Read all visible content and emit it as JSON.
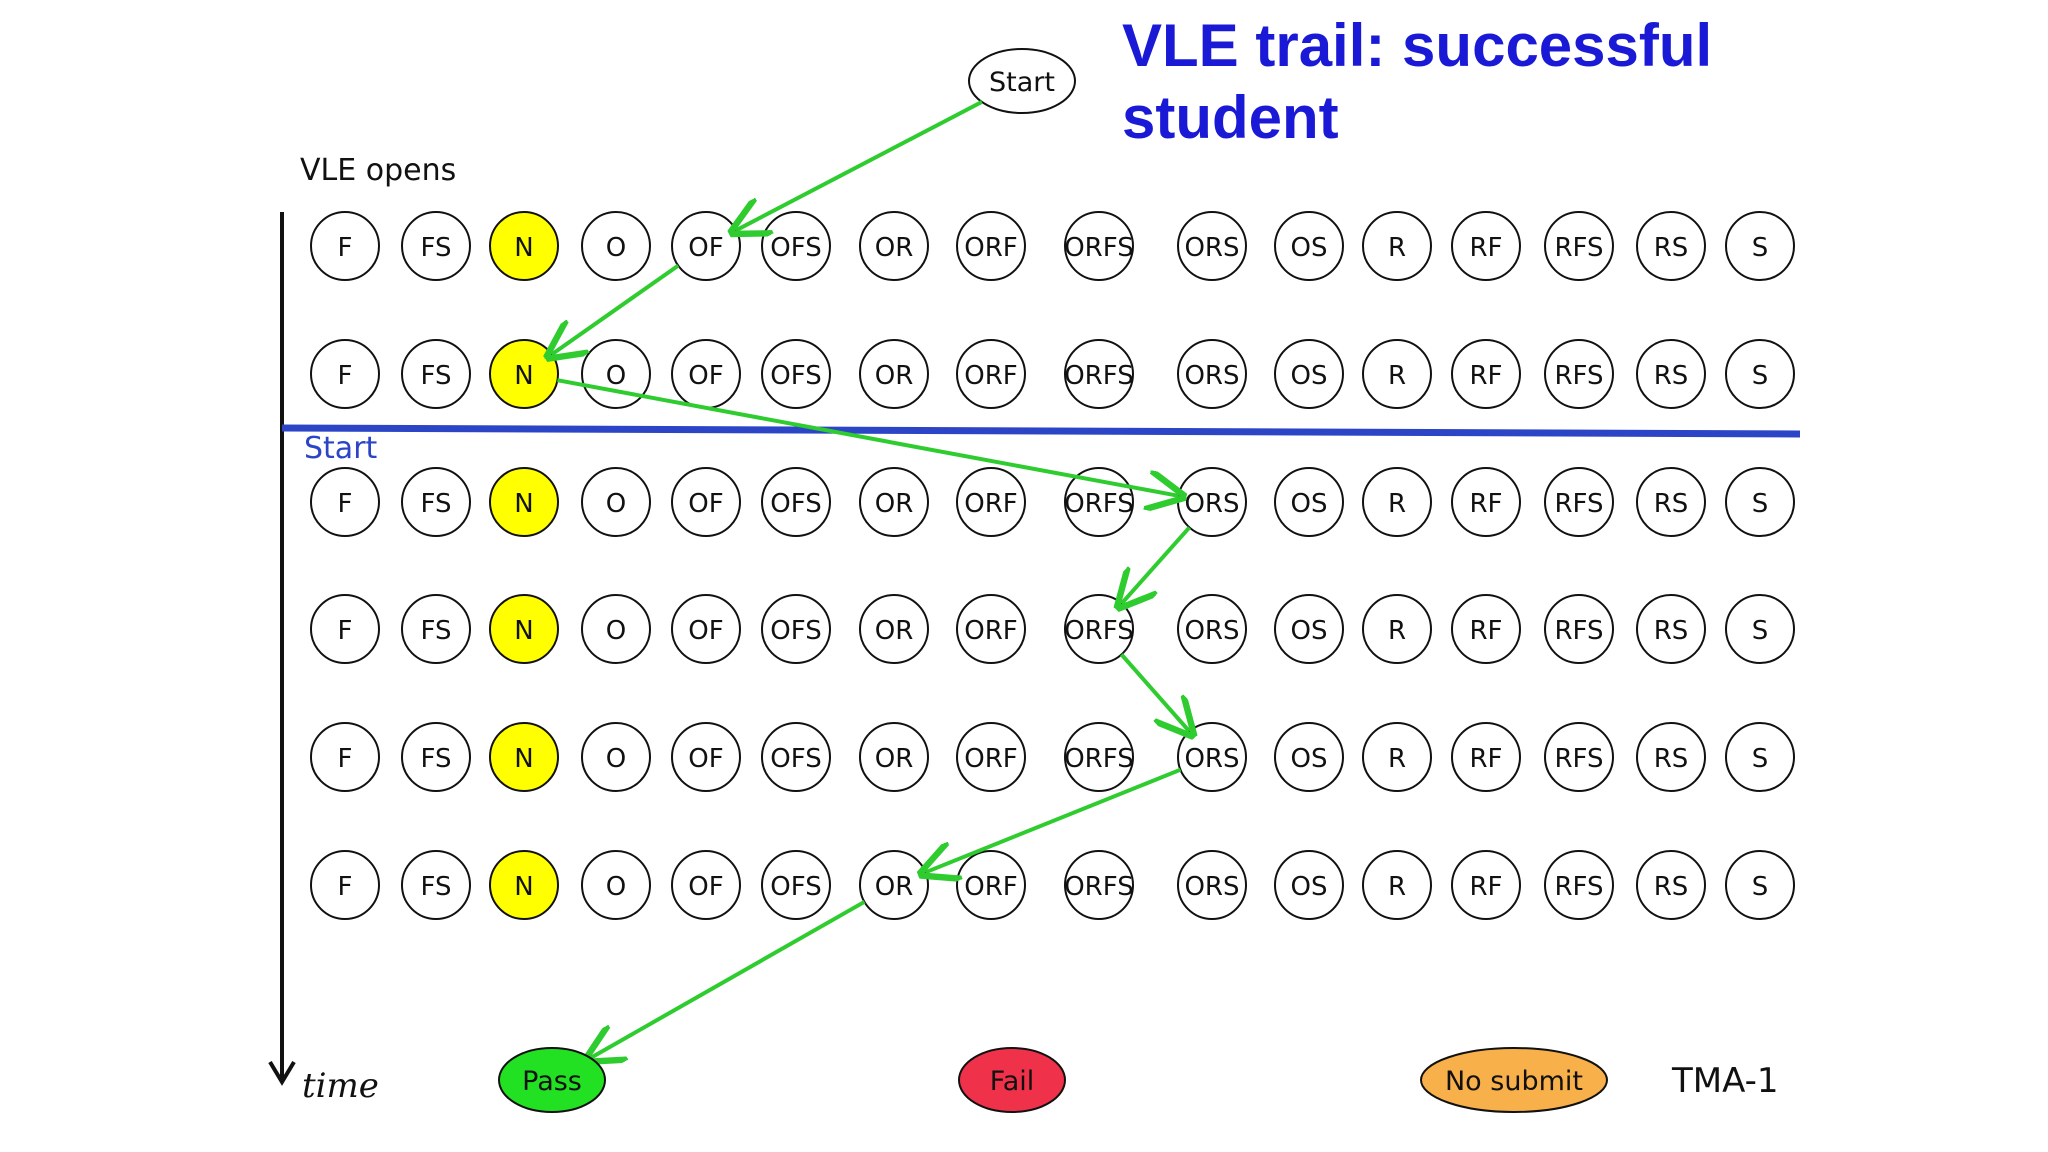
{
  "title": {
    "line1": "VLE trail: successful",
    "line2": "student"
  },
  "start_node": "Start",
  "vle_opens_label": "VLE opens",
  "start_line_label": "Start",
  "time_label": "time",
  "states": [
    "F",
    "FS",
    "N",
    "O",
    "OF",
    "OFS",
    "OR",
    "ORF",
    "ORFS",
    "ORS",
    "OS",
    "R",
    "RF",
    "RFS",
    "RS",
    "S"
  ],
  "highlighted_state": "N",
  "rows": 6,
  "trail": [
    {
      "step": "start",
      "state": "Start"
    },
    {
      "row": 1,
      "state": "OF"
    },
    {
      "row": 2,
      "state": "N"
    },
    {
      "row": 3,
      "state": "ORS"
    },
    {
      "row": 4,
      "state": "ORFS"
    },
    {
      "row": 5,
      "state": "ORS"
    },
    {
      "row": 6,
      "state": "OR"
    },
    {
      "step": "outcome",
      "state": "Pass"
    }
  ],
  "outcomes": [
    {
      "label": "Pass",
      "color": "#22e022"
    },
    {
      "label": "Fail",
      "color": "#f0314a"
    },
    {
      "label": "No submit",
      "color": "#f8b04a"
    }
  ],
  "assignment_label": "TMA-1",
  "colors": {
    "title": "#1a1ad6",
    "highlight": "#ffff00",
    "trail_arrow": "#2ecc2e",
    "start_line": "#2c45c7",
    "axis": "#111111"
  }
}
